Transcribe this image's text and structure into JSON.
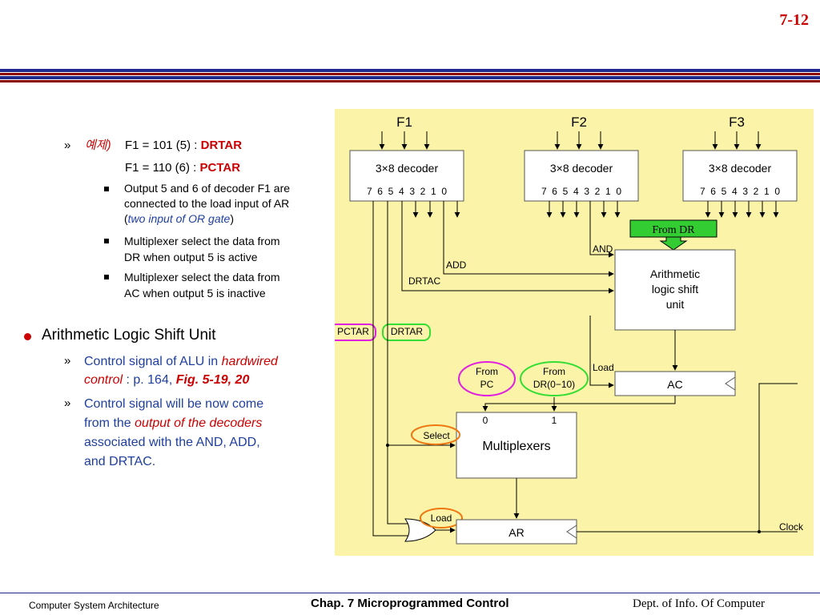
{
  "page_number": "7-12",
  "left": {
    "example": {
      "arrow": "»",
      "tag": "예제)",
      "line1_prefix": "F1 = 101 (5) : ",
      "line1_strong": "DRTAR",
      "line2_prefix": "F1 = 110 (6) : ",
      "line2_strong": "PCTAR"
    },
    "bullets": [
      {
        "line1": "Output 5 and 6 of decoder F1 are",
        "line2": "connected to the load input of AR",
        "line3_open": "(",
        "line3_italic": "two input of OR gate",
        "line3_close": ")"
      },
      {
        "line1": "Multiplexer select the data from",
        "line2": "DR when output 5 is active"
      },
      {
        "line1": "Multiplexer select the data from",
        "line2": "AC when output 5 is inactive"
      }
    ],
    "section_title": "Arithmetic Logic Shift Unit",
    "sub1": {
      "arrow": "»",
      "l1_a": "Control signal of ALU in ",
      "l1_b": "hardwired",
      "l2_a": "control",
      "l2_b": " : p. 164, ",
      "l2_c": "Fig. 5-19, 20"
    },
    "sub2": {
      "arrow": "»",
      "l1": "Control signal will be now come",
      "l2_a": "from the ",
      "l2_b": "output of the decoders",
      "l3": "associated with the AND, ADD,",
      "l4": "and DRTAC."
    }
  },
  "diagram": {
    "fields": [
      "F1",
      "F2",
      "F3"
    ],
    "decoder_label": "3×8 decoder",
    "decoder_outputs": "7  6  5  4  3  2  1  0",
    "from_dr": "From DR",
    "and_label": "AND",
    "add_label": "ADD",
    "drtac_label": "DRTAC",
    "alu_line1": "Arithmetic",
    "alu_line2": "logic shift",
    "alu_line3": "unit",
    "pctar": "PCTAR",
    "drtar": "DRTAR",
    "from_pc_1": "From",
    "from_pc_2": "PC",
    "from_dr_1": "From",
    "from_dr_2": "DR(0−10)",
    "load_ac": "Load",
    "ac": "AC",
    "mux_in0": "0",
    "mux_in1": "1",
    "select": "Select",
    "multiplexers": "Multiplexers",
    "load_ar": "Load",
    "ar": "AR",
    "clock": "Clock",
    "colors": {
      "background": "#fbf4a8",
      "from_dr_box": "#33cc33",
      "magenta": "#e020e0",
      "green": "#33dd33",
      "orange": "#ee7711"
    }
  },
  "footer": {
    "left": "Computer System Architecture",
    "center": "Chap. 7  Microprogrammed Control",
    "right": "Dept. of Info. Of Computer"
  }
}
